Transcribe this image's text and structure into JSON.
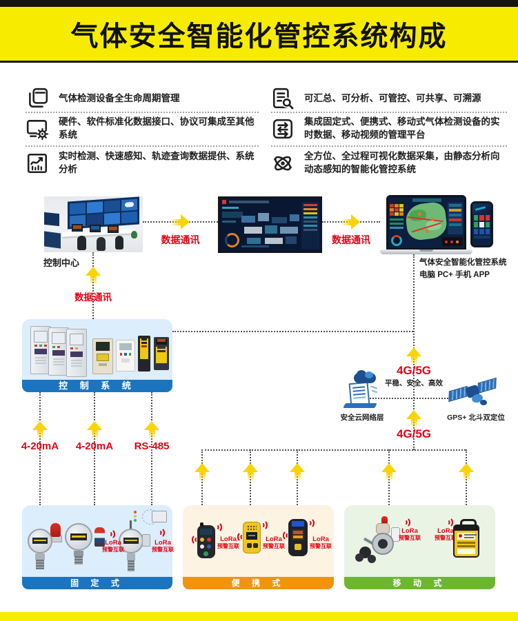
{
  "header": {
    "title": "气体安全智能化管控系统构成"
  },
  "features": {
    "left": [
      {
        "icon": "copy-icon",
        "text": "气体检测设备全生命周期管理"
      },
      {
        "icon": "monitor-gear-icon",
        "text": "硬件、软件标准化数据接口、协议可集成至其他系统"
      },
      {
        "icon": "trend-chart-icon",
        "text": "实时检测、快速感知、轨迹查询数据提供、系统分析"
      }
    ],
    "right": [
      {
        "icon": "document-search-icon",
        "text": "可汇总、可分析、可管控、可共享、可溯源"
      },
      {
        "icon": "document-sliders-icon",
        "text": "集成固定式、便携式、移动式气体检测设备的实时数据、移动视频的管理平台"
      },
      {
        "icon": "atom-icon",
        "text": "全方位、全过程可视化数据采集，由静态分析向动态感知的智能化管控系统"
      }
    ]
  },
  "flow": {
    "control_center_label": "控制中心",
    "data_comm_label": "数据通讯",
    "platform_label_line1": "气体安全智能化管控系统",
    "platform_label_line2": "电脑 PC+ 手机 APP"
  },
  "network": {
    "cellular_label": "4G/5G",
    "cellular_qualities": "平稳、安全、高效",
    "cloud_label": "安全云网络层",
    "gps_label": "GPS+ 北斗双定位"
  },
  "control_system": {
    "banner": "控 制 系 统"
  },
  "signal_labels": [
    "4-20mA",
    "4-20mA",
    "RS-485"
  ],
  "sections": {
    "fixed": {
      "banner": "固 定 式",
      "color": "#1b74c0"
    },
    "portable": {
      "banner": "便 携 式",
      "color": "#f0930f"
    },
    "mobile": {
      "banner": "移 动 式",
      "color": "#6db62f"
    }
  },
  "lora": {
    "name": "LoRa",
    "sub": "预警互联"
  },
  "colors": {
    "accent_yellow": "#f7ec00",
    "label_red": "#e60012",
    "banner_blue": "#1b74c0",
    "banner_orange": "#f0930f",
    "banner_green": "#6db62f",
    "box_blue": "#dcedfb",
    "box_cream": "#fdf3e2",
    "box_green": "#e9f4e4"
  }
}
